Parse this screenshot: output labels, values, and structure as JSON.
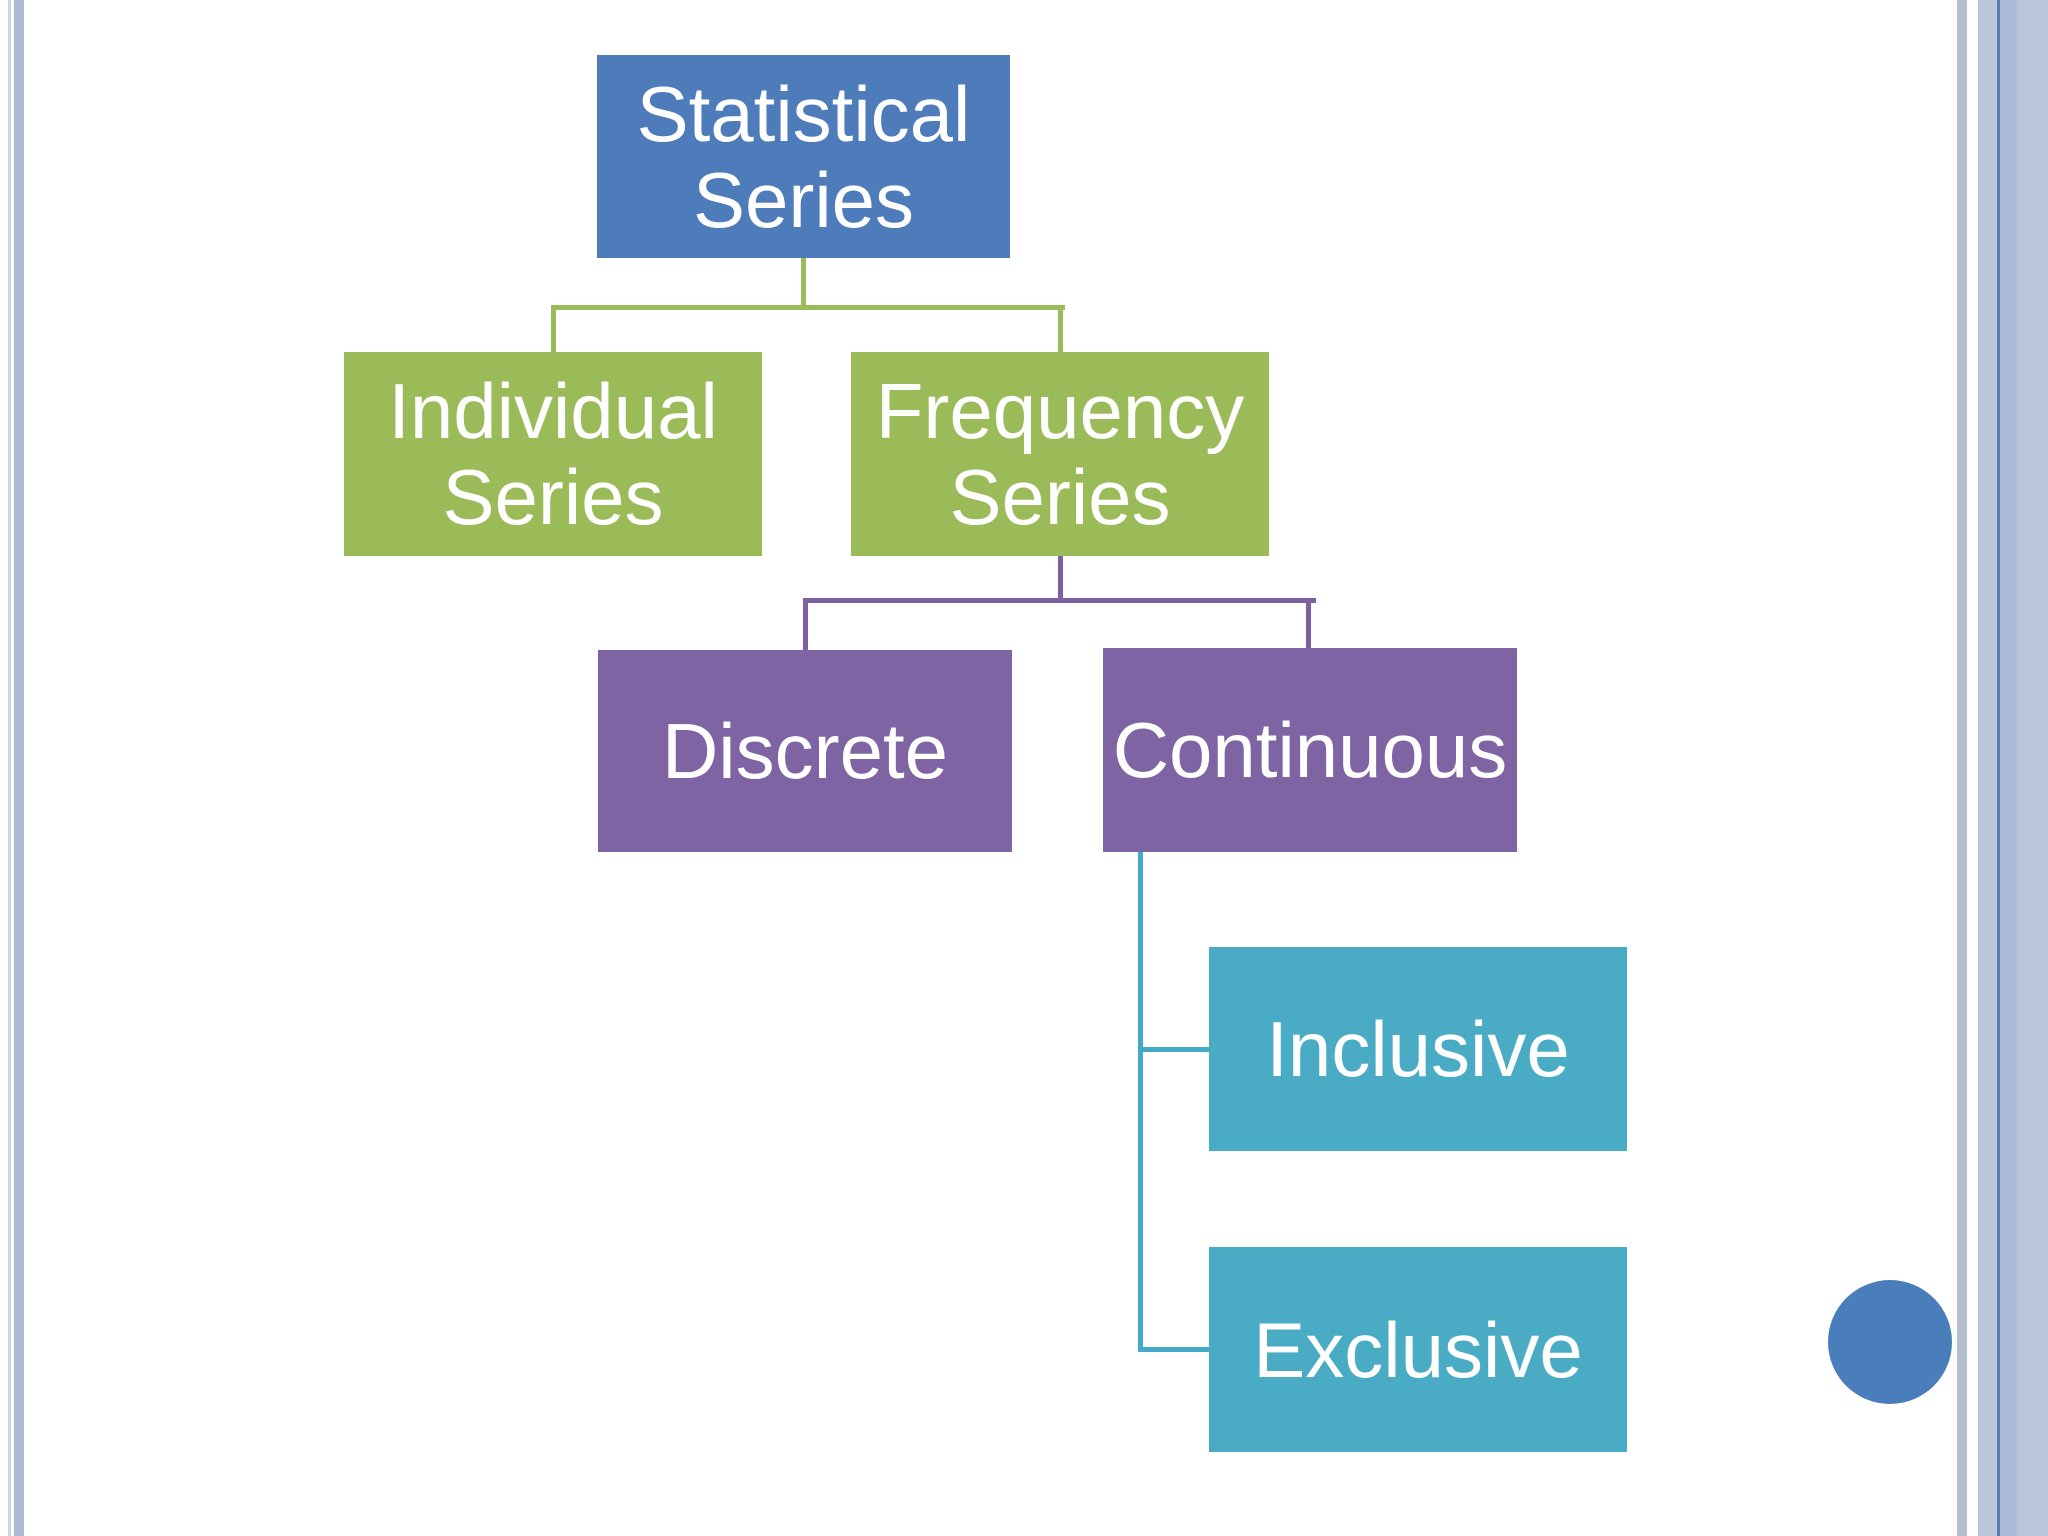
{
  "slide": {
    "background": "#ffffff",
    "frame": {
      "left_thin_line_color": "#cdd7e7",
      "left_band_color": "#aeb9d6",
      "right_inner_stripe_color": "#b5bed1",
      "right_band1_color": "#b9c6d8",
      "right_dark_line_color": "#5a79ba",
      "right_band2_color": "#aebad9",
      "right_band3_color": "#bac5db"
    },
    "accent_circle_color": "#4a7ebb"
  },
  "diagram": {
    "type": "hierarchy",
    "text_color": "#ffffff",
    "nodes": [
      {
        "id": "statistical-series",
        "label": "Statistical Series",
        "text": "Statistical\nSeries",
        "parent": null,
        "level": 1,
        "color": "#4e7cba"
      },
      {
        "id": "individual-series",
        "label": "Individual Series",
        "text": "Individual\nSeries",
        "parent": "statistical-series",
        "level": 2,
        "color": "#9bbb59"
      },
      {
        "id": "frequency-series",
        "label": "Frequency Series",
        "text": "Frequency\nSeries",
        "parent": "statistical-series",
        "level": 2,
        "color": "#9bbb59"
      },
      {
        "id": "discrete",
        "label": "Discrete",
        "text": "Discrete",
        "parent": "frequency-series",
        "level": 3,
        "color": "#7e64a3"
      },
      {
        "id": "continuous",
        "label": "Continuous",
        "text": "Continuous",
        "parent": "frequency-series",
        "level": 3,
        "color": "#7e64a3"
      },
      {
        "id": "inclusive",
        "label": "Inclusive",
        "text": "Inclusive",
        "parent": "continuous",
        "level": 4,
        "color": "#4aabc5"
      },
      {
        "id": "exclusive",
        "label": "Exclusive",
        "text": "Exclusive",
        "parent": "continuous",
        "level": 4,
        "color": "#4aabc5"
      }
    ],
    "connectors": {
      "statistical_to_children_color": "#9bbb59",
      "frequency_to_children_color": "#7d60a0",
      "continuous_to_children_color": "#45aac8"
    }
  }
}
